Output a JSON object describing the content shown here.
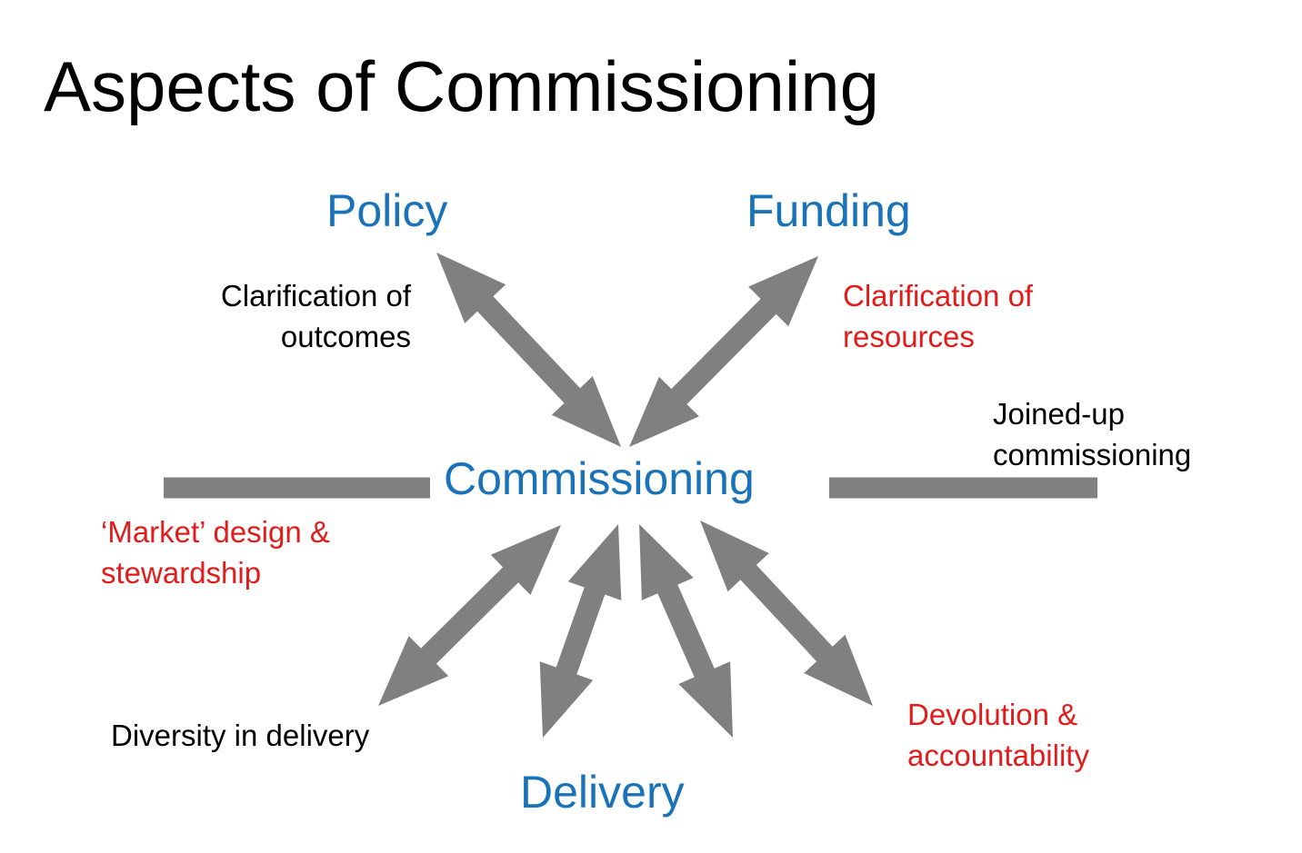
{
  "title": "Aspects of Commissioning",
  "colors": {
    "title": "#000000",
    "node": "#1a73b9",
    "black_note": "#000000",
    "red_note": "#e21b1b",
    "arrow": "#808080"
  },
  "nodes": {
    "policy": "Policy",
    "funding": "Funding",
    "commissioning": "Commissioning",
    "delivery": "Delivery"
  },
  "annotations": {
    "outcomes": {
      "lines": [
        "Clarification of",
        "outcomes"
      ],
      "color": "#000000"
    },
    "resources": {
      "lines": [
        "Clarification of",
        "resources"
      ],
      "color": "#e21b1b"
    },
    "joined_up": {
      "lines": [
        "Joined-up",
        "commissioning"
      ],
      "color": "#000000"
    },
    "market": {
      "lines": [
        "‘Market’ design &",
        "stewardship"
      ],
      "color": "#e21b1b"
    },
    "diversity": {
      "lines": [
        "Diversity in delivery"
      ],
      "color": "#000000"
    },
    "devolution": {
      "lines": [
        "Devolution &",
        "accountability"
      ],
      "color": "#e21b1b"
    }
  },
  "connectors": [
    {
      "name": "arrow-commissioning-policy",
      "from": "commissioning",
      "to": "policy",
      "style": "double-arrow"
    },
    {
      "name": "arrow-commissioning-funding",
      "from": "commissioning",
      "to": "funding",
      "style": "double-arrow"
    },
    {
      "name": "bar-left",
      "from": "commissioning",
      "to": "market",
      "style": "bar"
    },
    {
      "name": "bar-right",
      "from": "commissioning",
      "to": "joined_up",
      "style": "bar"
    },
    {
      "name": "arrow-commissioning-diversity",
      "from": "commissioning",
      "to": "diversity",
      "style": "double-arrow"
    },
    {
      "name": "arrow-commissioning-delivery-left",
      "from": "commissioning",
      "to": "delivery",
      "style": "double-arrow"
    },
    {
      "name": "arrow-commissioning-delivery-right",
      "from": "commissioning",
      "to": "delivery",
      "style": "double-arrow"
    },
    {
      "name": "arrow-commissioning-devolution",
      "from": "commissioning",
      "to": "devolution",
      "style": "double-arrow"
    }
  ]
}
